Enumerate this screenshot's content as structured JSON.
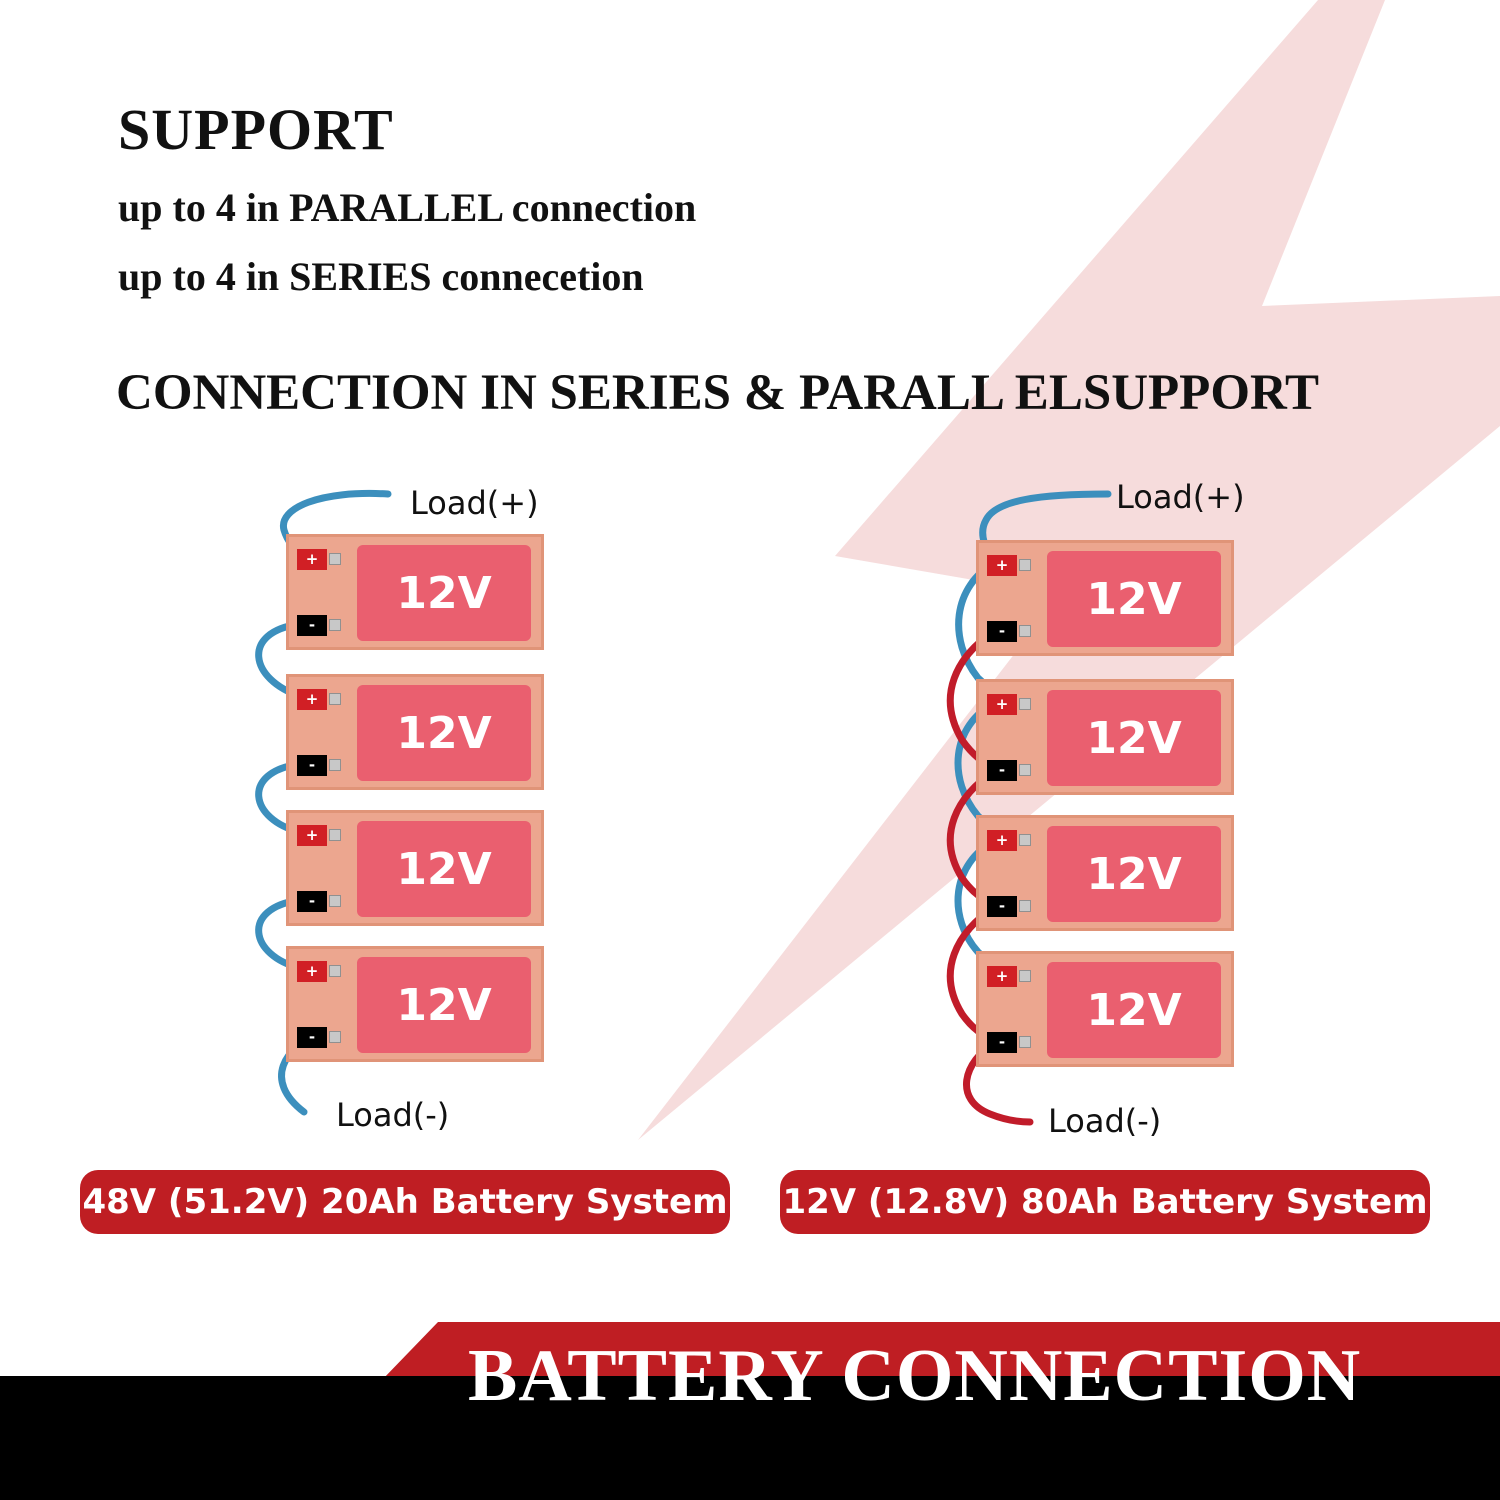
{
  "header": {
    "support": "SUPPORT",
    "parallel_line": "up to 4 in PARALLEL connection",
    "series_line": "up to 4 in SERIES connecetion",
    "heading": "CONNECTION IN SERIES & PARALL ELSUPPORT"
  },
  "battery_label": "12V",
  "terminal": {
    "positive": "+",
    "negative": "-"
  },
  "left_diagram": {
    "load_positive": "Load(+)",
    "load_negative": "Load(-)",
    "system_label": "48V (51.2V) 20Ah Battery System"
  },
  "right_diagram": {
    "load_positive": "Load(+)",
    "load_negative": "Load(-)",
    "system_label": "12V (12.8V) 80Ah Battery System"
  },
  "footer": {
    "title": "BATTERY CONNECTION"
  },
  "colors": {
    "brand_red": "#bf1e23",
    "battery_body": "#eca68f",
    "battery_face": "#ea5f6f",
    "wire_blue": "#3c8fbd",
    "wire_red": "#c11c2a",
    "lightning_pink": "#f6dcdc"
  }
}
